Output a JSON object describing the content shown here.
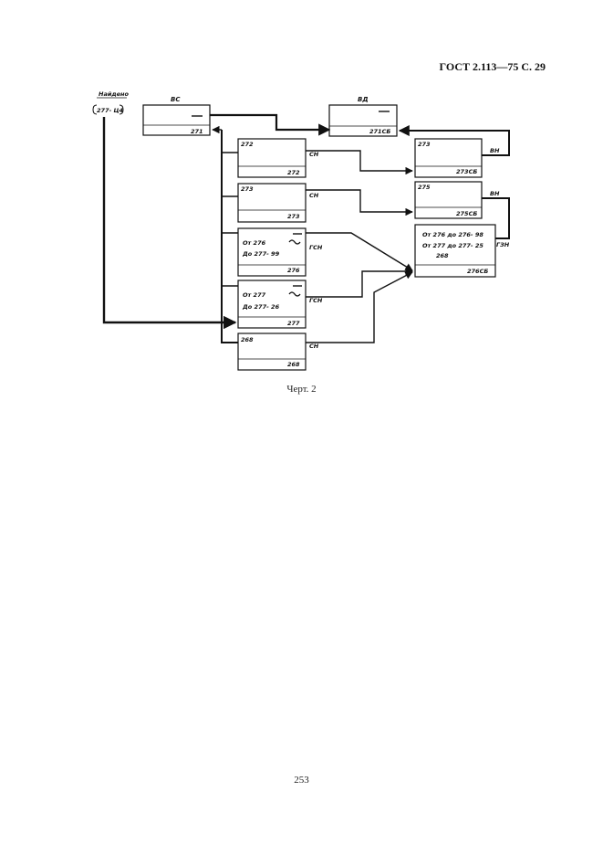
{
  "header": "ГОСТ 2.113—75 С. 29",
  "caption": "Черт. 2",
  "page_number": "253",
  "diagram": {
    "external_ref": {
      "title": "Найдено",
      "code": "277- Ц4"
    },
    "boxes": {
      "vs": {
        "top_label": "ВС",
        "bottom": "271"
      },
      "vd": {
        "top_label": "ВД",
        "bottom": "271СБ"
      },
      "b272": {
        "top_left": "272",
        "bottom": "272",
        "side": "СН"
      },
      "b273": {
        "top_left": "273",
        "bottom": "273",
        "side": "СН"
      },
      "b276": {
        "line1": "От 276",
        "line2": "До 277- 99",
        "bottom": "276",
        "side": "ГСН"
      },
      "b277": {
        "line1": "От 277",
        "line2": "До 277- 26",
        "bottom": "277",
        "side": "ГСН"
      },
      "b268": {
        "top_left": "268",
        "bottom": "268",
        "side": "СН"
      },
      "b273cb": {
        "top_left": "273",
        "bottom": "273СБ",
        "side": "ВН"
      },
      "b275cb": {
        "top_left": "275",
        "bottom": "275СБ",
        "side": "ВН"
      },
      "b276cb": {
        "line1": "От 276 до 276- 98",
        "line2": "От 277 до 277- 25",
        "line3": "268",
        "bottom": "276СБ",
        "side": "ГЗН"
      }
    }
  }
}
